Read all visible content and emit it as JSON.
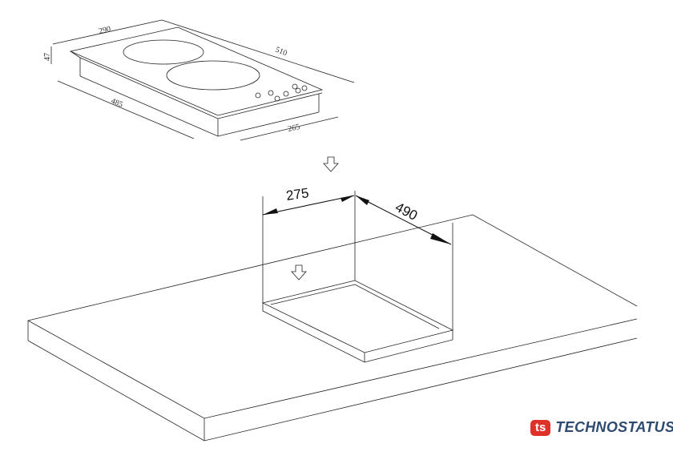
{
  "cooktop_dimensions": {
    "width": "290",
    "length": "510",
    "height": "47",
    "body_length": "485",
    "body_width": "265"
  },
  "cutout_dimensions": {
    "width": "275",
    "length": "490"
  },
  "logo": {
    "mark": "ts",
    "name": "TECHNOSTATUS",
    "colors": {
      "mark": "#e0302a",
      "text": "#2d4a70"
    }
  }
}
